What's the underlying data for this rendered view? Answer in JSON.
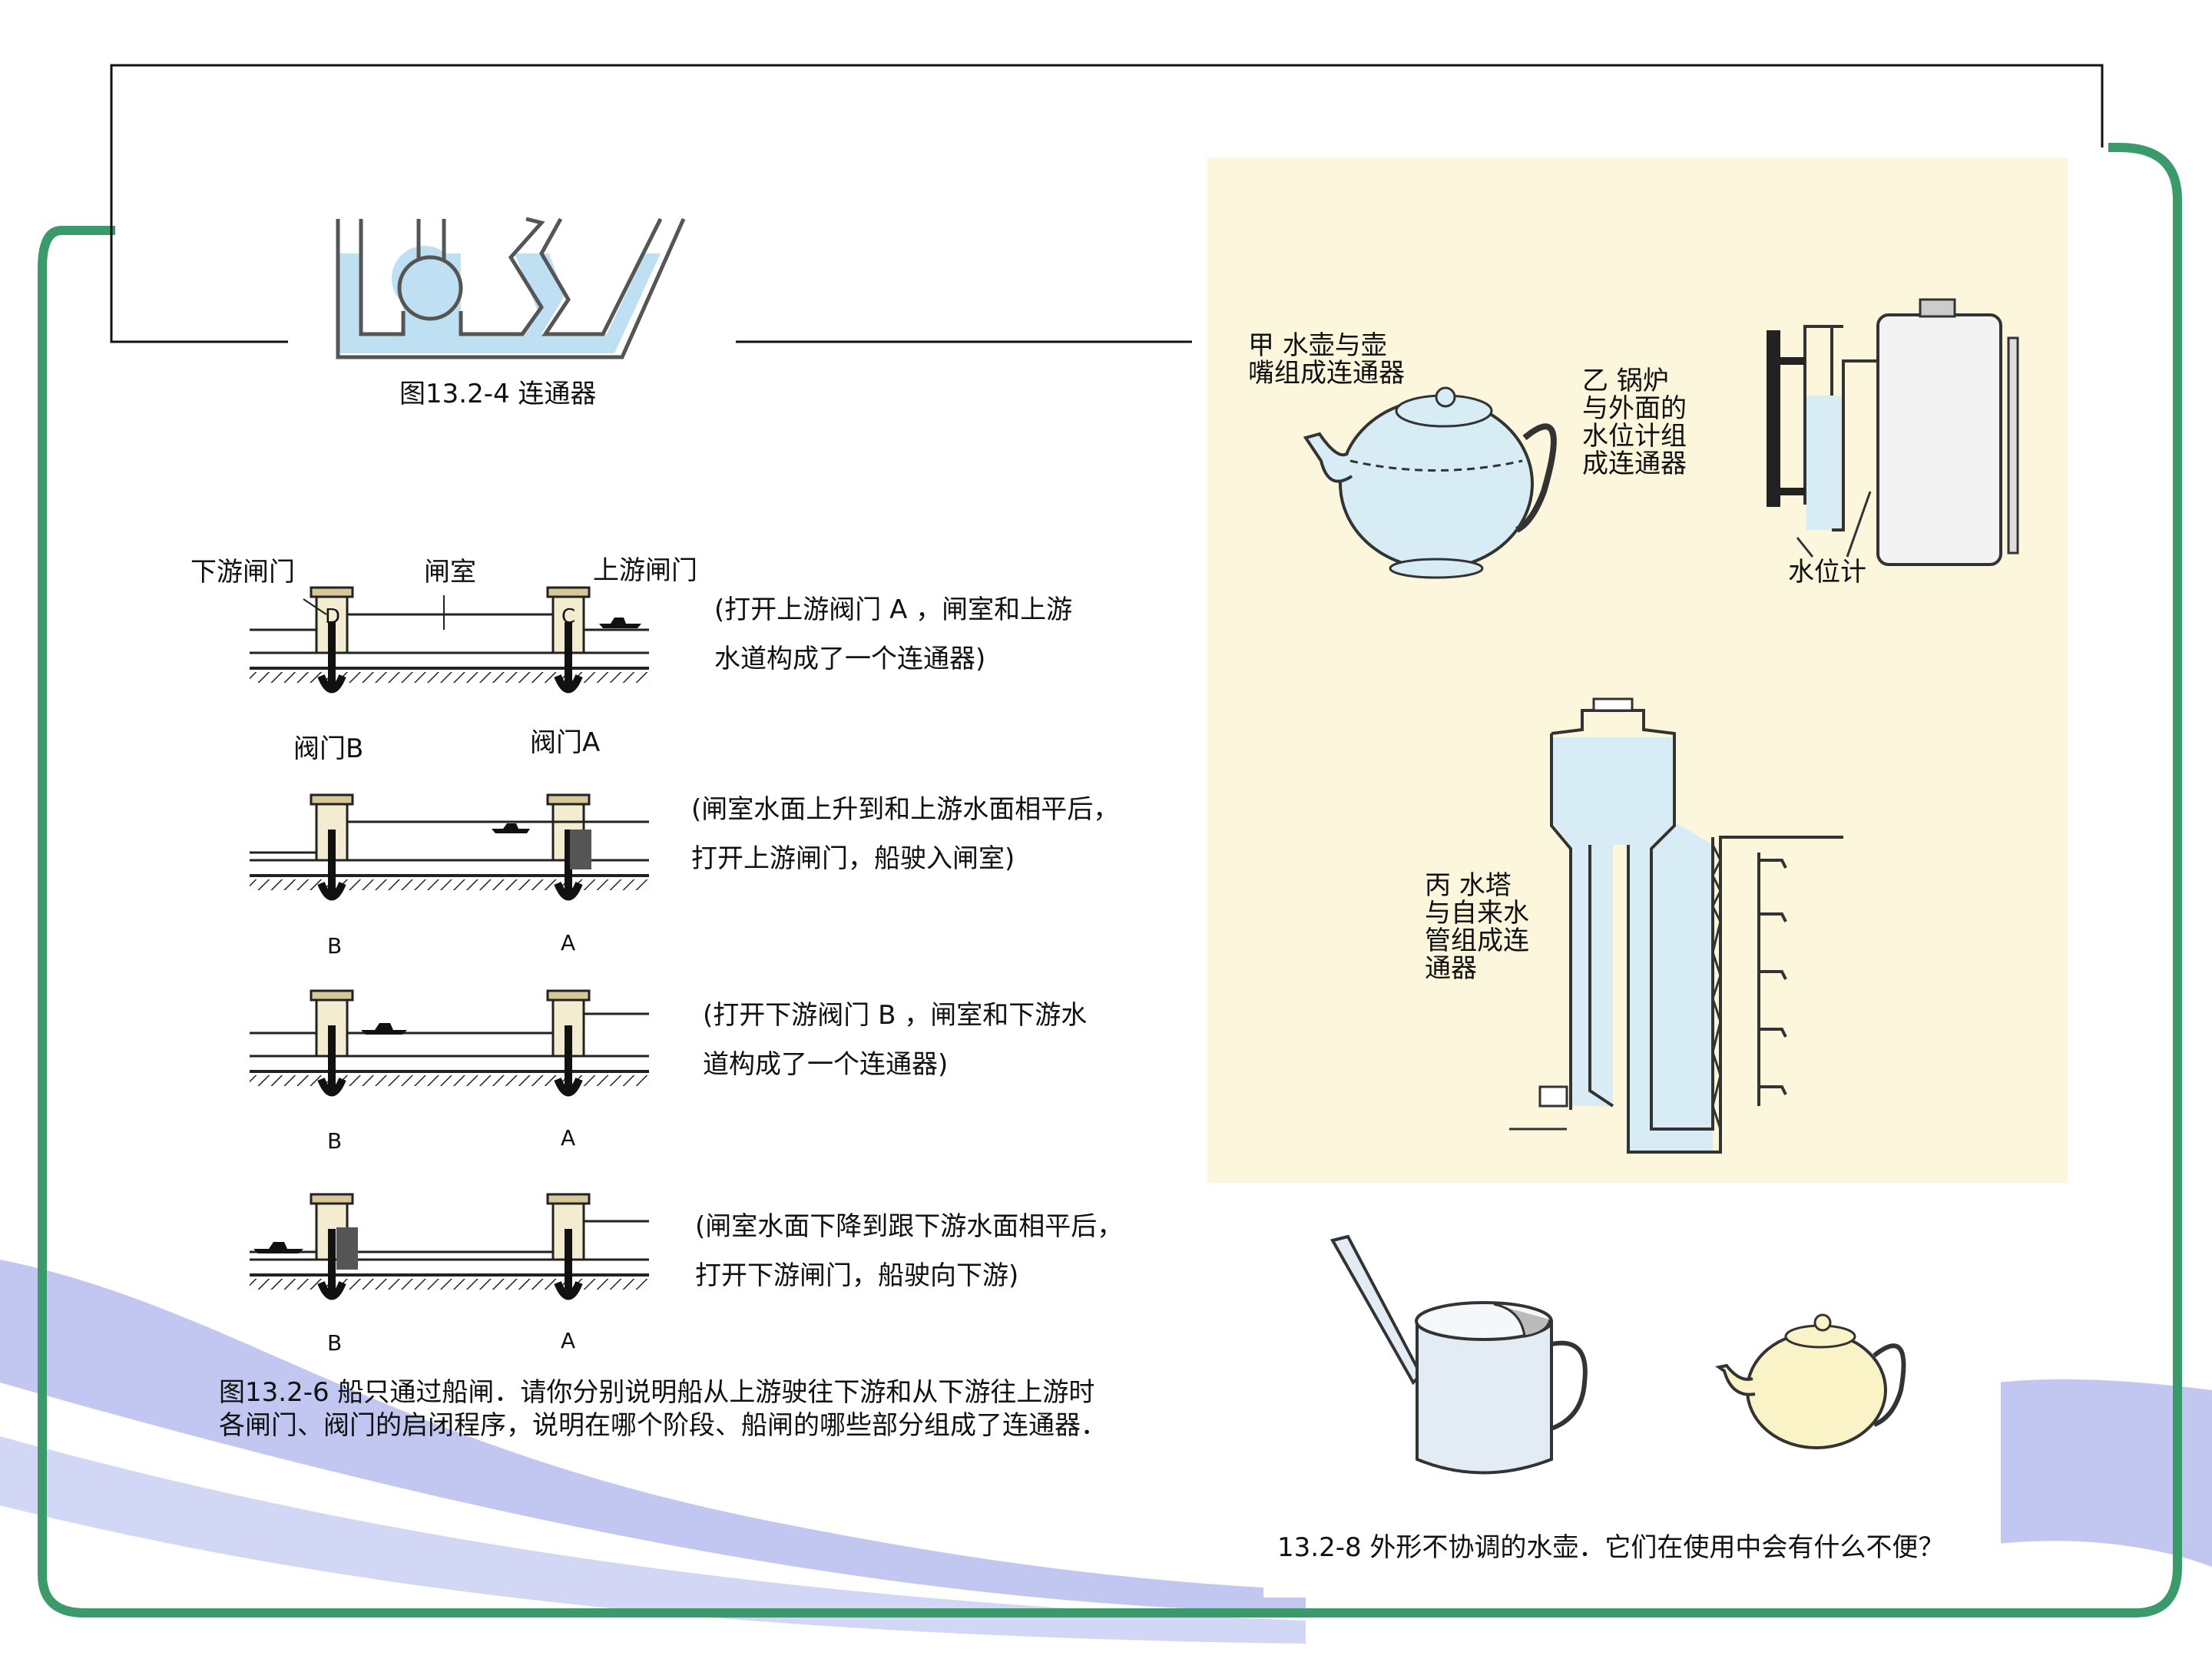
{
  "fig_4": {
    "caption": "图13.2-4   连通器"
  },
  "fig_6": {
    "labels": {
      "downstream_gate": "下游闸门",
      "lock_chamber": "闸室",
      "upstream_gate": "上游闸门",
      "gate_d": "D",
      "gate_c": "C",
      "valve_b_full": "阀门B",
      "valve_a_full": "阀门A",
      "valve_b": "B",
      "valve_a": "A"
    },
    "steps": [
      {
        "line1": "(打开上游阀门 A ，闸室和上游",
        "line2": " 水道构成了一个连通器)"
      },
      {
        "line1": "(闸室水面上升到和上游水面相平后，",
        "line2": " 打开上游闸门，船驶入闸室)"
      },
      {
        "line1": "(打开下游阀门 B ，闸室和下游水",
        "line2": " 道构成了一个连通器)"
      },
      {
        "line1": "(闸室水面下降到跟下游水面相平后，",
        "line2": " 打开下游闸门，船驶向下游)"
      }
    ],
    "caption_line1": "图13.2-6   船只通过船闸．请你分别说明船从上游驶往下游和从下游往上游时",
    "caption_line2": "各闸门、阀门的启闭程序，说明在哪个阶段、船闸的哪些部分组成了连通器．"
  },
  "fig_7": {
    "jia": "甲   水壶与壶\n嘴组成连通器",
    "yi": "乙   锅炉\n与外面的\n水位计组\n成连通器",
    "water_gauge": "水位计",
    "bing": "丙   水塔\n与自来水\n管组成连\n通器"
  },
  "fig_8": {
    "caption": "13.2-8   外形不协调的水壶．它们在使用中会有什么不便？"
  },
  "colors": {
    "green_frame": "#3a9a6a",
    "swoosh": "#b7bdf0",
    "water": "#bfe0f2",
    "panel_bg": "#fbf6dc"
  }
}
